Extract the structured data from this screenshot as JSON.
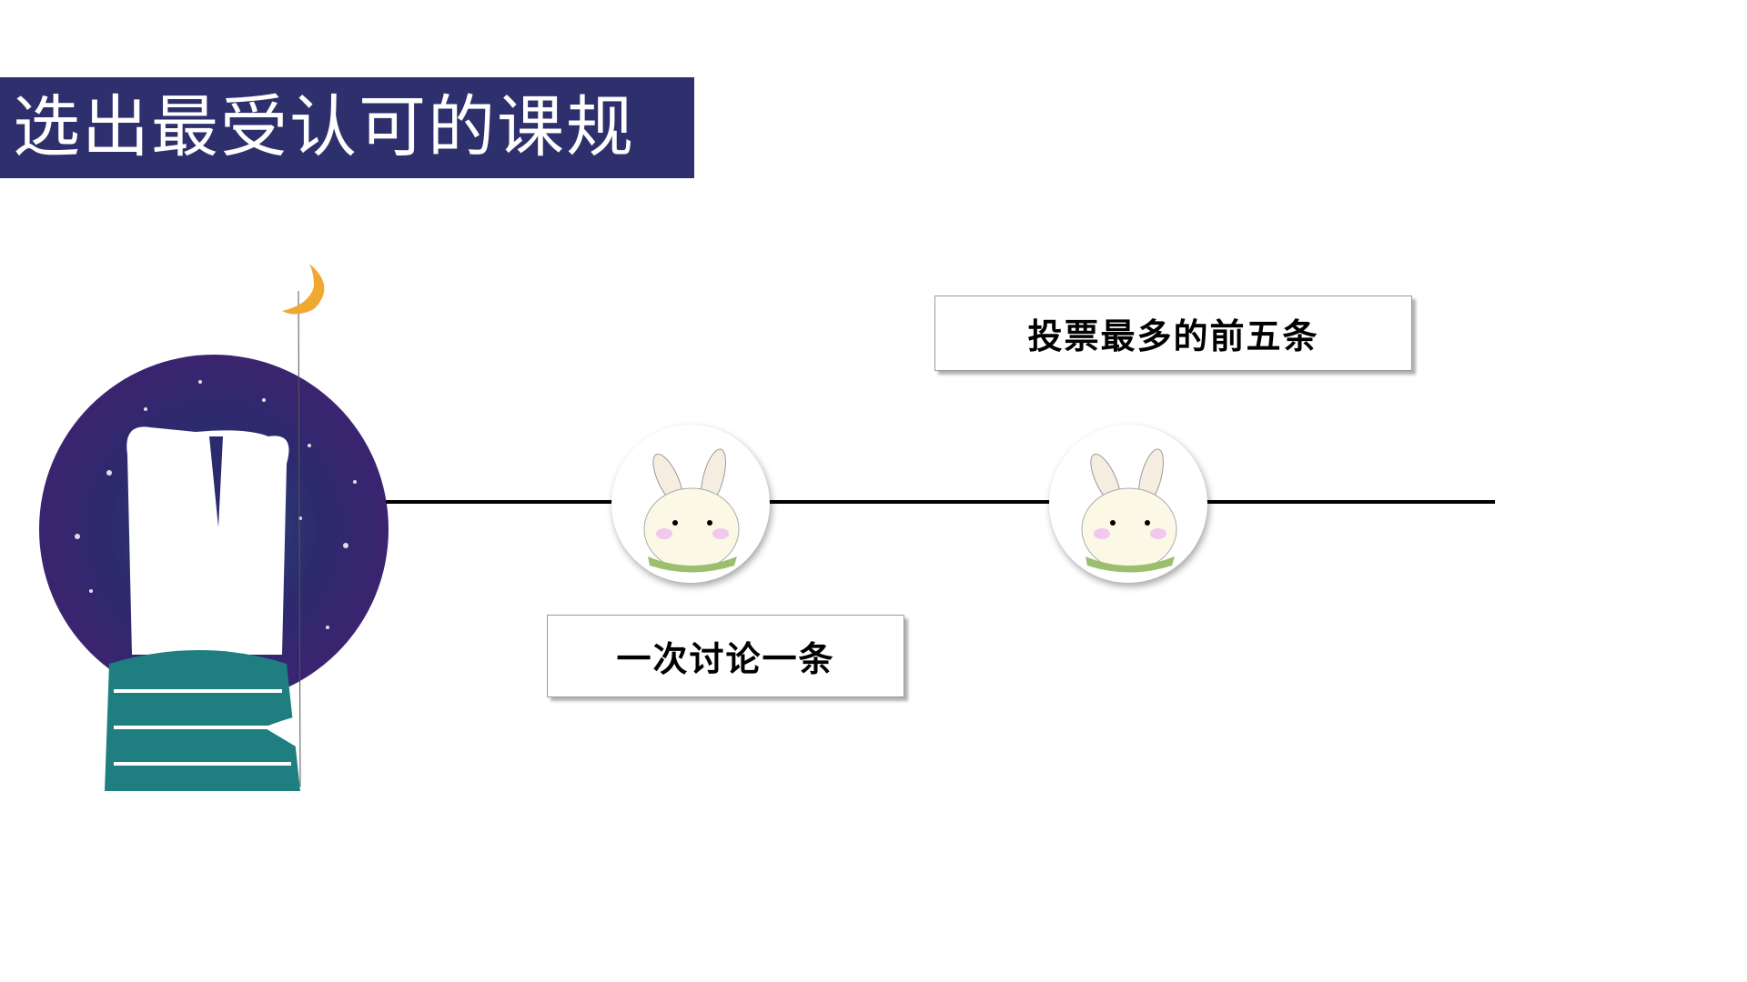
{
  "slide": {
    "title": "选出最受认可的课规",
    "steps": [
      {
        "label": "一次讨论一条"
      },
      {
        "label": "投票最多的前五条"
      }
    ],
    "colors": {
      "title_bg": "#2e2f6d",
      "line": "#000000"
    }
  }
}
